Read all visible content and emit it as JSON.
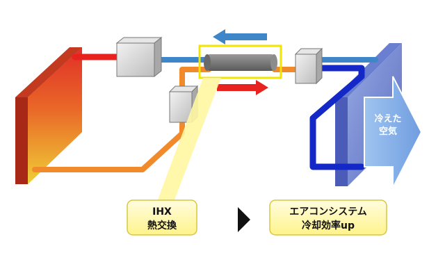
{
  "labels": {
    "ihx_line1": "IHX",
    "ihx_line2": "熱交換",
    "result_line1": "エアコンシステム",
    "result_line2": "冷却効率up",
    "air_line1": "冷えた",
    "air_line2": "空気"
  },
  "colors": {
    "hot_panel_top": "#e8322a",
    "hot_panel_bottom": "#f4d63a",
    "cold_panel": "#5b6fc8",
    "red_pipe": "#e8231f",
    "orange_pipe": "#f08a2a",
    "blue_pipe": "#3f86c9",
    "dark_blue_pipe": "#1428c8",
    "label_fill": "#fff9b0",
    "highlight_box": "#f2e400"
  },
  "icons": {
    "flow_left_arrow": "blue-arrow-left",
    "flow_right_arrow": "red-arrow-right",
    "separator": "black-triangle-right"
  }
}
